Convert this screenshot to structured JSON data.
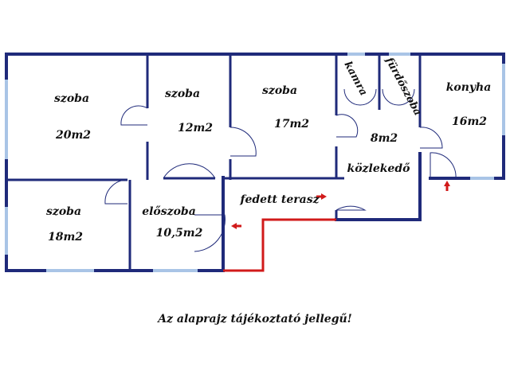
{
  "rooms": {
    "room1": {
      "name": "szoba",
      "area": "20m2"
    },
    "room2": {
      "name": "szoba",
      "area": "12m2"
    },
    "room3": {
      "name": "szoba",
      "area": "17m2"
    },
    "pantry": {
      "name": "kamra"
    },
    "bathroom": {
      "name": "fürdőszoba"
    },
    "kitchen": {
      "name": "konyha",
      "area": "16m2"
    },
    "corridor": {
      "name": "közlekedő",
      "area": "8m2"
    },
    "room4": {
      "name": "szoba",
      "area": "18m2"
    },
    "hall": {
      "name": "előszoba",
      "area": "10,5m2"
    },
    "terrace": {
      "name": "fedett terasz"
    }
  },
  "note": "Az alaprajz tájékoztató jellegű!",
  "colors": {
    "wall": "#1f2a7a",
    "window": "#a9c4e6",
    "terrace_outline": "#d11a1a",
    "entrance_arrow": "#d11a1a"
  }
}
